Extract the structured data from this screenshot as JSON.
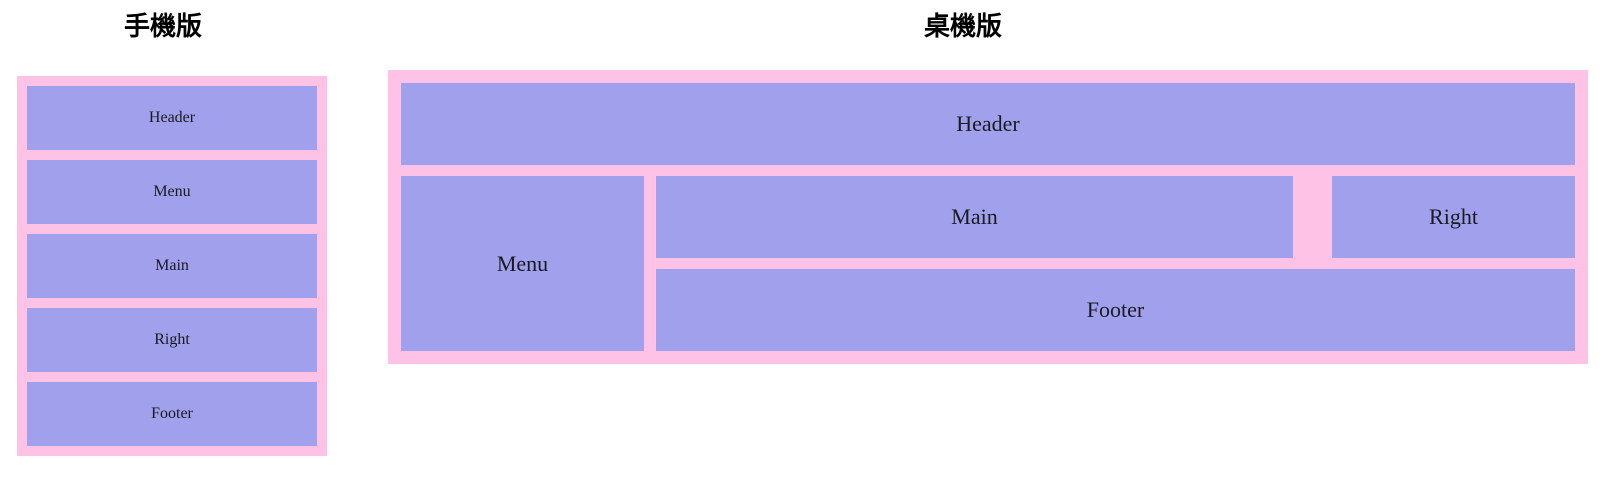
{
  "page": {
    "background_color": "#ffffff",
    "accent_pink": "#FFC2E7",
    "accent_purple": "#A0A0EC",
    "text_color": "#1a1a22"
  },
  "mobile": {
    "title": "手機版",
    "panes": [
      {
        "label": "Header"
      },
      {
        "label": "Menu"
      },
      {
        "label": "Main"
      },
      {
        "label": "Right"
      },
      {
        "label": "Footer"
      }
    ]
  },
  "desktop": {
    "title": "桌機版",
    "header": {
      "label": "Header"
    },
    "menu": {
      "label": "Menu"
    },
    "main": {
      "label": "Main"
    },
    "right": {
      "label": "Right"
    },
    "footer": {
      "label": "Footer"
    }
  }
}
